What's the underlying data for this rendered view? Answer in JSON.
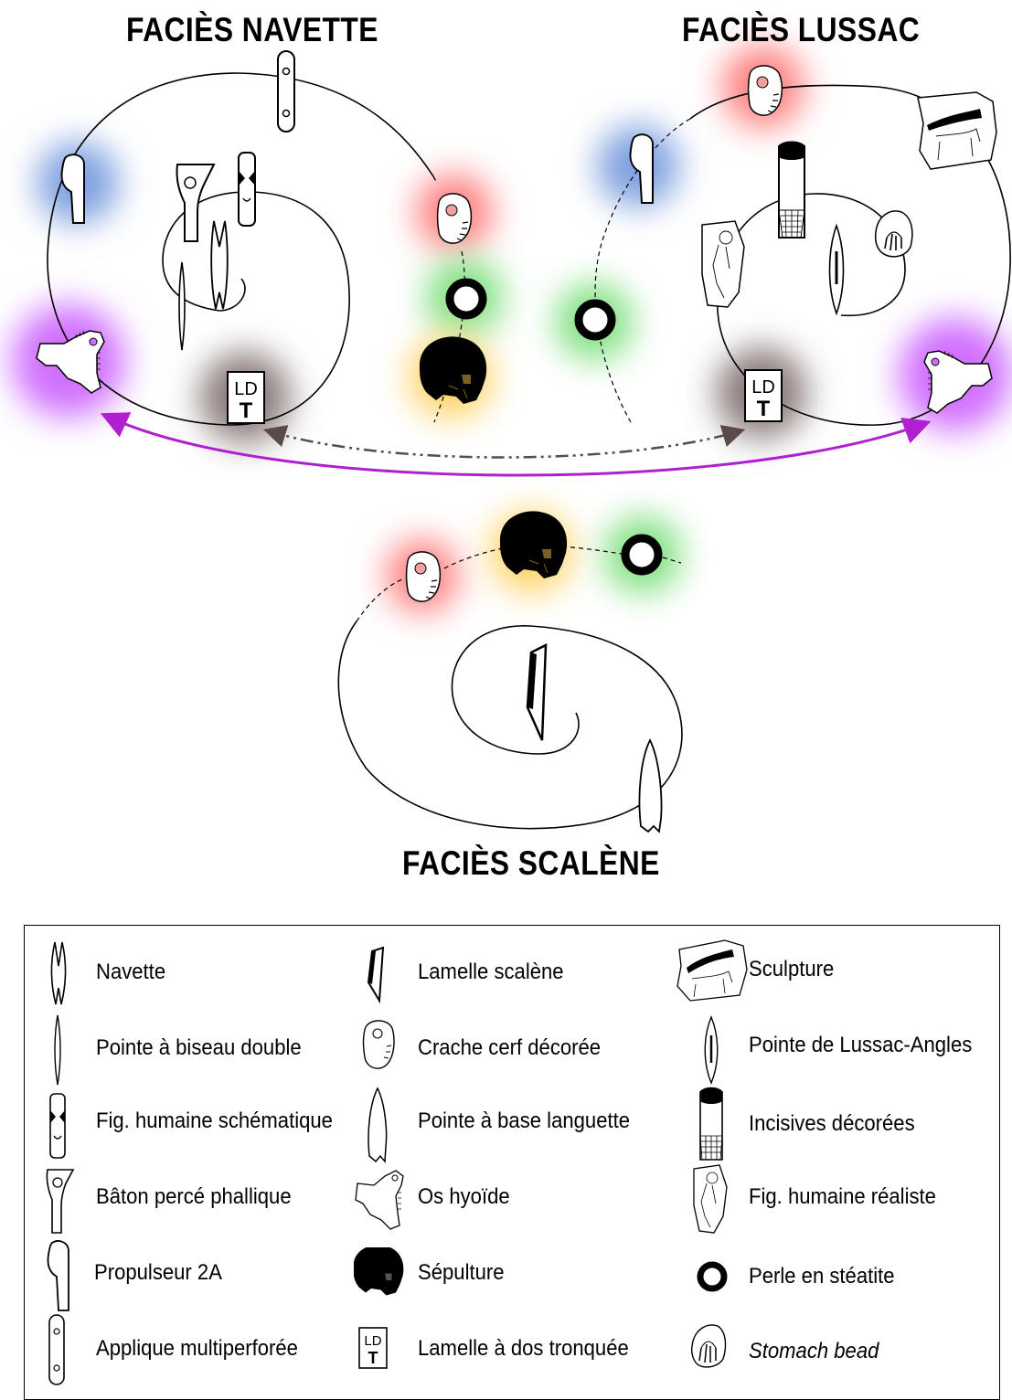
{
  "titles": {
    "navette": "FACIÈS NAVETTE",
    "lussac": "FACIÈS LUSSAC",
    "scalene": "FACIÈS SCALÈNE"
  },
  "legend": {
    "col1": [
      {
        "icon": "navette-icon",
        "label": "Navette"
      },
      {
        "icon": "double-bevel-point-icon",
        "label": "Pointe à biseau double"
      },
      {
        "icon": "schematic-human-figure-icon",
        "label": "Fig. humaine schématique"
      },
      {
        "icon": "phallic-perforated-baton-icon",
        "label": "Bâton percé phallique"
      },
      {
        "icon": "spear-thrower-icon",
        "label": "Propulseur 2A"
      },
      {
        "icon": "multiperforated-applique-icon",
        "label": "Applique multiperforée"
      }
    ],
    "col2": [
      {
        "icon": "scalene-bladelet-icon",
        "label": "Lamelle scalène"
      },
      {
        "icon": "decorated-deer-canine-icon",
        "label": "Crache cerf décorée"
      },
      {
        "icon": "tongued-base-point-icon",
        "label": "Pointe à base languette"
      },
      {
        "icon": "hyoid-bone-icon",
        "label": "Os hyoïde"
      },
      {
        "icon": "skull-icon",
        "label": "Sépulture"
      },
      {
        "icon": "ldt-icon",
        "label": "Lamelle à dos tronquée"
      }
    ],
    "col3": [
      {
        "icon": "sculpture-icon",
        "label": "Sculpture"
      },
      {
        "icon": "lussac-angles-point-icon",
        "label": "Pointe de Lussac-Angles"
      },
      {
        "icon": "decorated-incisor-icon",
        "label": "Incisives décorées"
      },
      {
        "icon": "realistic-human-figure-icon",
        "label": "Fig. humaine réaliste"
      },
      {
        "icon": "steatite-bead-icon",
        "label": "Perle en stéatite"
      },
      {
        "icon": "stomach-bead-icon",
        "label": "Stomach bead"
      }
    ]
  },
  "ldt_text": {
    "line1": "LD",
    "line2": "T"
  },
  "colors": {
    "red_glow": "#ff8080",
    "blue_glow": "#7fa0e0",
    "green_glow": "#80e080",
    "yellow_glow": "#ffd060",
    "purple_glow": "#d070ff",
    "brown_glow": "#8a7a7a",
    "purple_arrow": "#b020d0",
    "brown_arrow": "#5a4a4a"
  }
}
